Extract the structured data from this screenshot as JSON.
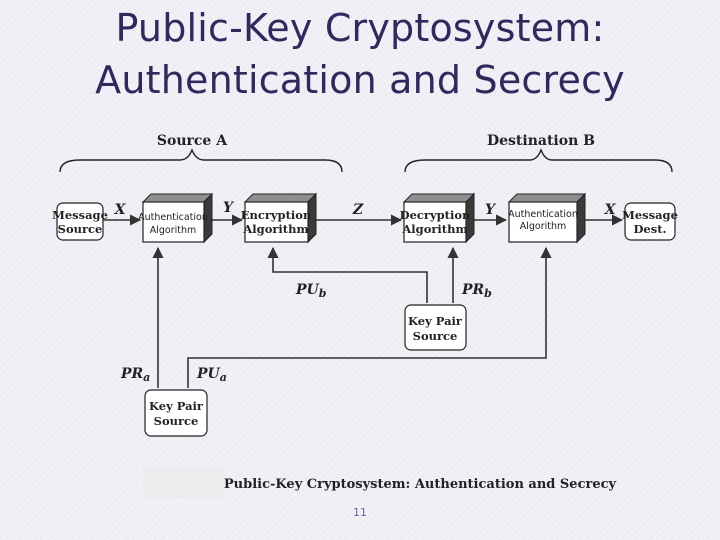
{
  "slide": {
    "title_line1": "Public-Key Cryptosystem:",
    "title_line2": "Authentication and Secrecy",
    "page_number": "11"
  },
  "diagram": {
    "group_source": "Source A",
    "group_destination": "Destination B",
    "boxes": {
      "message_source": [
        "Message",
        "Source"
      ],
      "auth_algorithm_left": [
        "Authentication",
        "Algorithm"
      ],
      "encryption_algorithm": [
        "Encryption",
        "Algorithm"
      ],
      "decryption_algorithm": [
        "Decryption",
        "Algorithm"
      ],
      "auth_algorithm_right": [
        "Authentication",
        "Algorithm"
      ],
      "message_dest": [
        "Message",
        "Dest."
      ],
      "key_pair_source_b": [
        "Key Pair",
        "Source"
      ],
      "key_pair_source_a": [
        "Key Pair",
        "Source"
      ]
    },
    "labels": {
      "x_left": "X",
      "y_left": "Y",
      "z": "Z",
      "y_right": "Y",
      "x_right": "X",
      "pu_b_main": "PU",
      "pu_b_sub": "b",
      "pr_b_main": "PR",
      "pr_b_sub": "b",
      "pr_a_main": "PR",
      "pr_a_sub": "a",
      "pu_a_main": "PU",
      "pu_a_sub": "a"
    },
    "caption": "Public-Key Cryptosystem: Authentication and Secrecy"
  }
}
